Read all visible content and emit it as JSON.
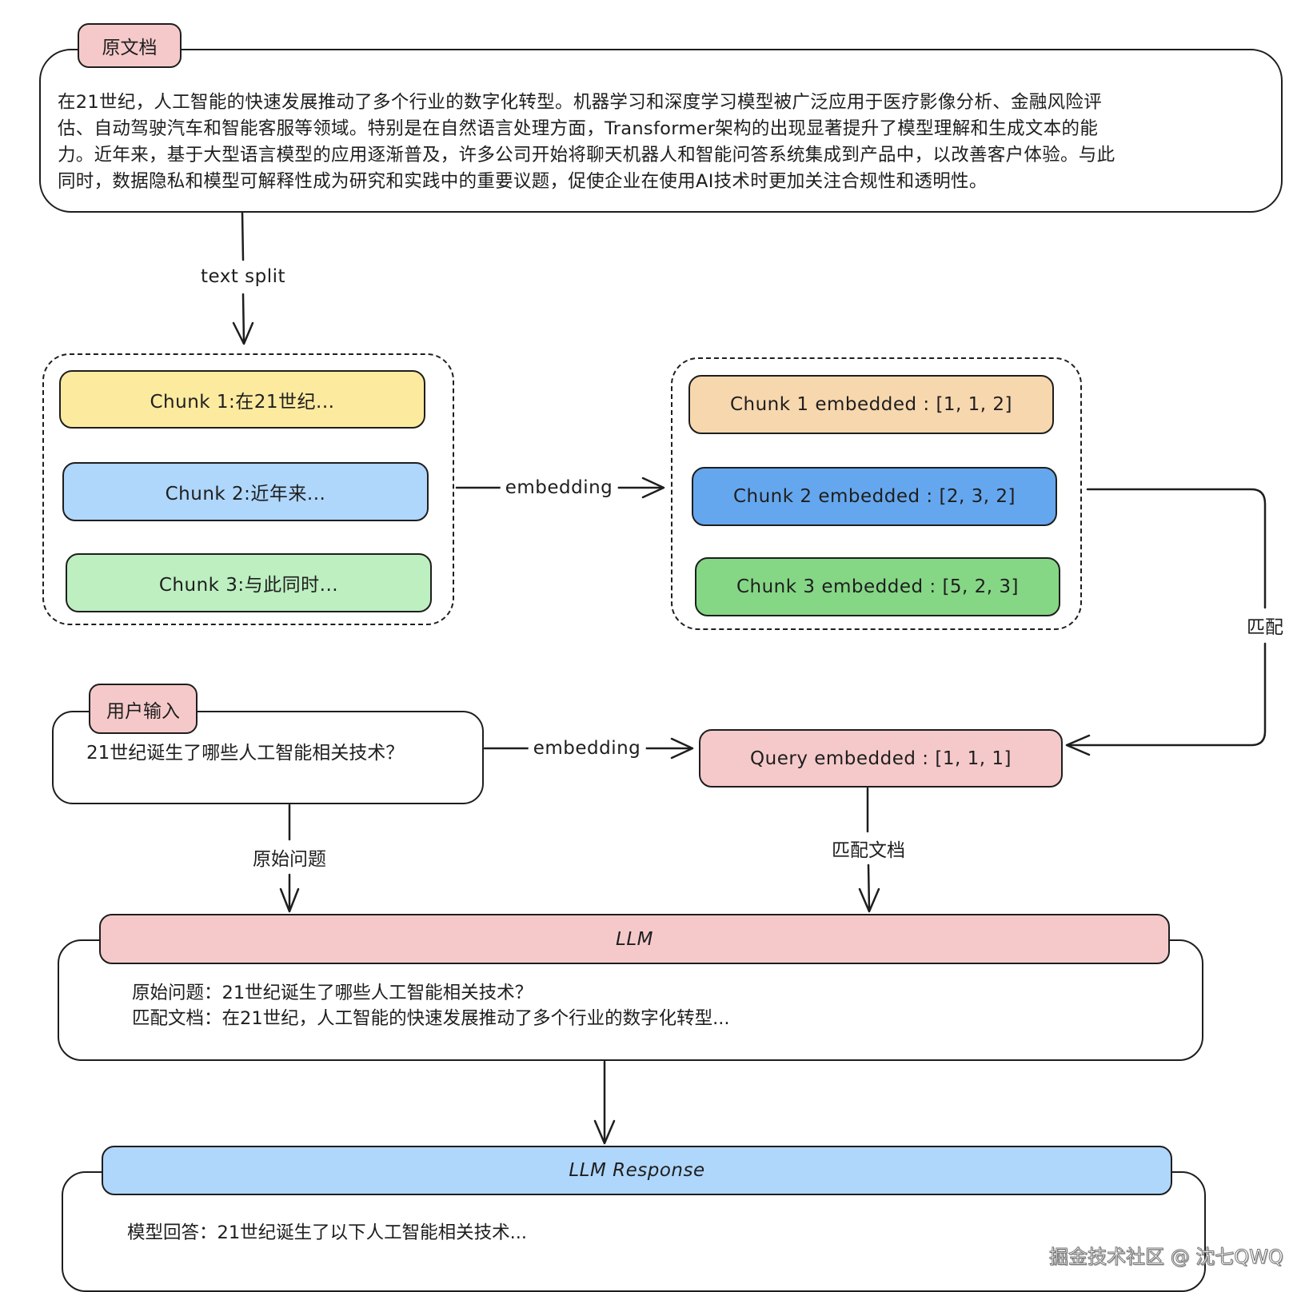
{
  "colors": {
    "stroke": "#1e1e1e",
    "tag_pink": "#f5c9ca",
    "chunk_yellow": "#fcea9f",
    "chunk_light_blue": "#afd6fb",
    "chunk_light_green": "#bdefc0",
    "embed_orange": "#f7d7ae",
    "embed_blue": "#65a7ee",
    "embed_green": "#85d786",
    "query_pink": "#f5c9ca",
    "llm_pink": "#f5c9ca",
    "response_blue": "#afd6fb"
  },
  "source_document": {
    "tag": "原文档",
    "text": "在21世纪，人工智能的快速发展推动了多个行业的数字化转型。机器学习和深度学习模型被广泛应用于医疗影像分析、金融风险评估、自动驾驶汽车和智能客服等领域。特别是在自然语言处理方面，Transformer架构的出现显著提升了模型理解和生成文本的能力。近年来，基于大型语言模型的应用逐渐普及，许多公司开始将聊天机器人和智能问答系统集成到产品中，以改善客户体验。与此同时，数据隐私和模型可解释性成为研究和实践中的重要议题，促使企业在使用AI技术时更加关注合规性和透明性。",
    "lines": [
      "在21世纪，人工智能的快速发展推动了多个行业的数字化转型。机器学习和深度学习模型被广泛应用于医疗影像分析、金融风险评",
      "估、自动驾驶汽车和智能客服等领域。特别是在自然语言处理方面，Transformer架构的出现显著提升了模型理解和生成文本的能",
      "力。近年来，基于大型语言模型的应用逐渐普及，许多公司开始将聊天机器人和智能问答系统集成到产品中，以改善客户体验。与此",
      "同时，数据隐私和模型可解释性成为研究和实践中的重要议题，促使企业在使用AI技术时更加关注合规性和透明性。"
    ]
  },
  "edges": {
    "text_split": "text split",
    "embedding_chunks": "embedding",
    "embedding_query": "embedding",
    "match": "匹配",
    "original_question": "原始问题",
    "matched_document": "匹配文档"
  },
  "chunks": [
    {
      "label": "Chunk 1:在21世纪..."
    },
    {
      "label": "Chunk 2:近年来..."
    },
    {
      "label": "Chunk 3:与此同时..."
    }
  ],
  "embedded_chunks": [
    {
      "label": "Chunk 1 embedded : [1, 1, 2]",
      "vector": [
        1,
        1,
        2
      ]
    },
    {
      "label": "Chunk 2 embedded : [2, 3, 2]",
      "vector": [
        2,
        3,
        2
      ]
    },
    {
      "label": "Chunk 3 embedded : [5, 2, 3]",
      "vector": [
        5,
        2,
        3
      ]
    }
  ],
  "user_input": {
    "tag": "用户输入",
    "text": "21世纪诞生了哪些人工智能相关技术？"
  },
  "query": {
    "label": "Query embedded : [1, 1, 1]",
    "vector": [
      1,
      1,
      1
    ]
  },
  "llm": {
    "title": "LLM",
    "line1": "原始问题：21世纪诞生了哪些人工智能相关技术？",
    "line2": "匹配文档：在21世纪，人工智能的快速发展推动了多个行业的数字化转型..."
  },
  "llm_response": {
    "title": "LLM Response",
    "text": "模型回答：21世纪诞生了以下人工智能相关技术..."
  },
  "watermark": "掘金技术社区 @ 沈七QWQ"
}
